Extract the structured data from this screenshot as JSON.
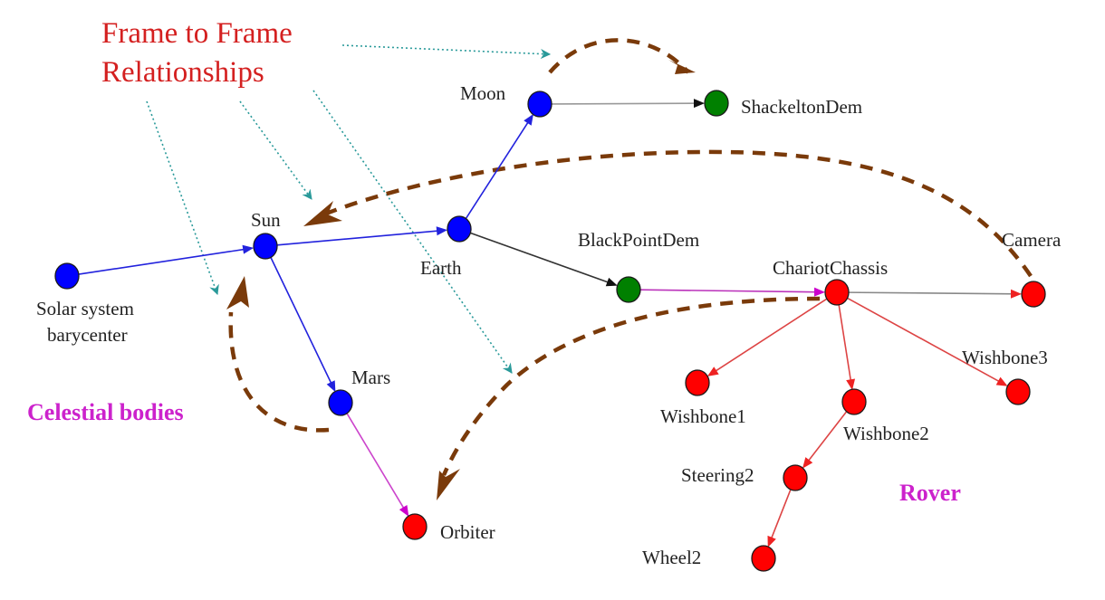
{
  "title": {
    "lines": [
      "Frame to Frame",
      "Relationships"
    ],
    "color": "#d42020"
  },
  "groups": [
    {
      "id": "celestial",
      "label": "Celestial bodies",
      "color": "#cc22cc"
    },
    {
      "id": "rover",
      "label": "Rover",
      "color": "#cc22cc"
    }
  ],
  "node_colors": {
    "celestial": "#0000ff",
    "dem": "#008000",
    "rover": "#ff0000"
  },
  "nodes": [
    {
      "id": "ssb",
      "label": "Solar system\nbarycenter",
      "kind": "celestial"
    },
    {
      "id": "sun",
      "label": "Sun",
      "kind": "celestial"
    },
    {
      "id": "earth",
      "label": "Earth",
      "kind": "celestial"
    },
    {
      "id": "moon",
      "label": "Moon",
      "kind": "celestial"
    },
    {
      "id": "mars",
      "label": "Mars",
      "kind": "celestial"
    },
    {
      "id": "shackleton",
      "label": "ShackeltonDem",
      "kind": "dem"
    },
    {
      "id": "blackpoint",
      "label": "BlackPointDem",
      "kind": "dem"
    },
    {
      "id": "chassis",
      "label": "ChariotChassis",
      "kind": "rover"
    },
    {
      "id": "camera",
      "label": "Camera",
      "kind": "rover"
    },
    {
      "id": "wishbone1",
      "label": "Wishbone1",
      "kind": "rover"
    },
    {
      "id": "wishbone2",
      "label": "Wishbone2",
      "kind": "rover"
    },
    {
      "id": "wishbone3",
      "label": "Wishbone3",
      "kind": "rover"
    },
    {
      "id": "steering2",
      "label": "Steering2",
      "kind": "rover"
    },
    {
      "id": "wheel2",
      "label": "Wheel2",
      "kind": "rover"
    },
    {
      "id": "orbiter",
      "label": "Orbiter",
      "kind": "rover"
    }
  ],
  "edges": [
    {
      "from": "ssb",
      "to": "sun",
      "color": "#2222dd"
    },
    {
      "from": "sun",
      "to": "earth",
      "color": "#2222dd"
    },
    {
      "from": "earth",
      "to": "moon",
      "color": "#2222dd"
    },
    {
      "from": "sun",
      "to": "mars",
      "color": "#2222dd"
    },
    {
      "from": "moon",
      "to": "shackleton",
      "color": "#999999",
      "head": "#111111"
    },
    {
      "from": "earth",
      "to": "blackpoint",
      "color": "#333333",
      "head": "#111111"
    },
    {
      "from": "blackpoint",
      "to": "chassis",
      "color": "#bb33bb",
      "head": "#cc00cc"
    },
    {
      "from": "mars",
      "to": "orbiter",
      "color": "#cc44cc",
      "head": "#cc00cc"
    },
    {
      "from": "chassis",
      "to": "camera",
      "color": "#888888",
      "head": "#ee2222"
    },
    {
      "from": "chassis",
      "to": "wishbone1",
      "color": "#dd4444",
      "head": "#ee2222"
    },
    {
      "from": "chassis",
      "to": "wishbone2",
      "color": "#dd4444",
      "head": "#ee2222"
    },
    {
      "from": "chassis",
      "to": "wishbone3",
      "color": "#dd4444",
      "head": "#ee2222"
    },
    {
      "from": "wishbone2",
      "to": "steering2",
      "color": "#dd4444",
      "head": "#ee2222"
    },
    {
      "from": "steering2",
      "to": "wheel2",
      "color": "#dd4444",
      "head": "#ee2222"
    }
  ],
  "relationship_arrows": {
    "color": "#7a3a0a",
    "items": [
      {
        "id": "moon-to-shackleton"
      },
      {
        "id": "camera-to-sun"
      },
      {
        "id": "mars-to-sun"
      },
      {
        "id": "chassis-to-orbiter"
      }
    ]
  },
  "pointer_arrows": {
    "color": "#2a9a9a",
    "count": 4
  }
}
